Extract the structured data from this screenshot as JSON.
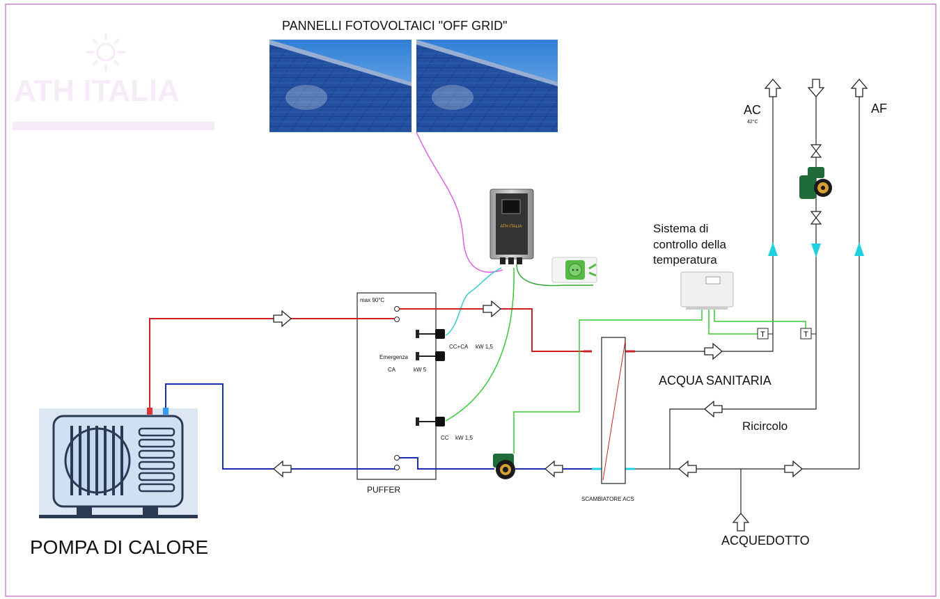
{
  "labels": {
    "pv_title": "PANNELLI FOTOVOLTAICI \"OFF GRID\"",
    "ac": "AC",
    "ac_temp": "42°C",
    "af": "AF",
    "control_line1": "Sistema di",
    "control_line2": "controllo della",
    "control_line3": "temperatura",
    "puffer_max": "max 90°C",
    "res1_type": "CC+CA",
    "res1_power": "kW 1,5",
    "emergency": "Emergenza",
    "res2_type": "CA",
    "res2_power": "kW 5",
    "res3_type": "CC",
    "res3_power": "kW 1,5",
    "puffer": "PUFFER",
    "acqua_sanitaria": "ACQUA SANITARIA",
    "ricircolo": "Ricircolo",
    "scambiatore": "SCAMBIATORE ACS",
    "acquedotto": "ACQUEDOTTO",
    "heat_pump": "POMPA DI CALORE",
    "sensor_t": "T",
    "logo_text": "ATH ITALIA",
    "inverter_brand": "ATH ITALIA"
  },
  "colors": {
    "hot_line": "#cc1f1f",
    "cold_line": "#1a2fb0",
    "signal_line": "#33cc33",
    "cable_magenta": "#e060e0",
    "cable_cyan": "#33cccc",
    "arrow_cyan": "#1fd0e0",
    "frame": "#c060c0"
  },
  "icons": {
    "pv_panel": "solar-panel-icon",
    "inverter": "inverter-icon",
    "socket": "power-socket-icon",
    "heat_pump": "heat-pump-icon",
    "circulator": "circulator-pump-icon",
    "valve": "valve-icon",
    "controller": "temperature-controller-icon",
    "heater": "electric-heater-icon"
  }
}
